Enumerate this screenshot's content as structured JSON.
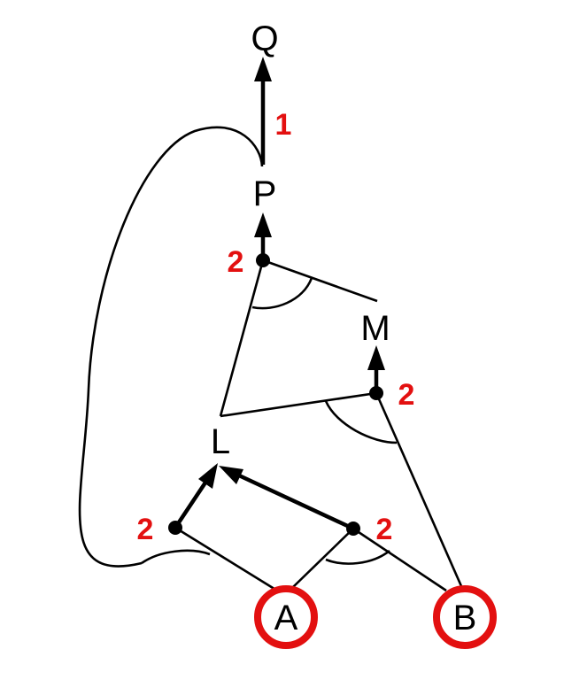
{
  "nodes": {
    "q": "Q",
    "p": "P",
    "m": "M",
    "l": "L",
    "a": "A",
    "b": "B"
  },
  "weights": {
    "q_p": "1",
    "p_and": "2",
    "m_and": "2",
    "l_and_left": "2",
    "l_and_right": "2"
  },
  "colors": {
    "weight": "#e31010",
    "highlight_ring": "#e31010",
    "line": "#000000"
  }
}
